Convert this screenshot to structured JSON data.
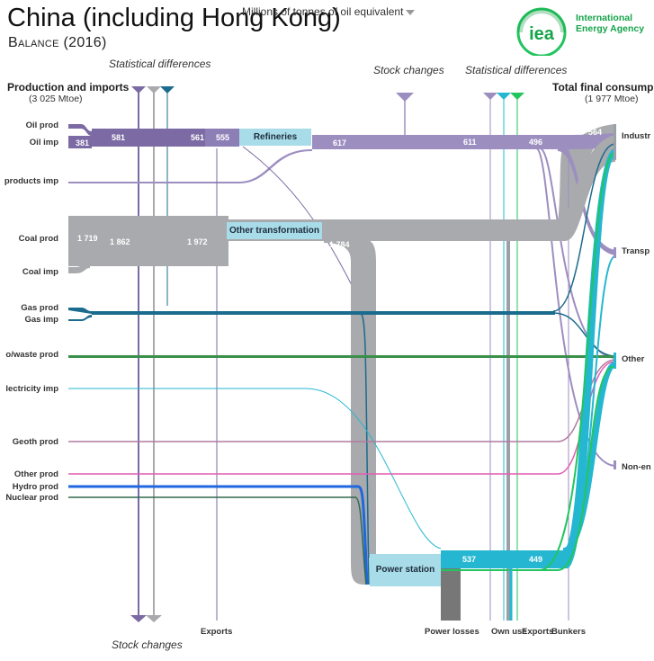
{
  "header": {
    "title": "China (including Hong Kong)",
    "subtitle": "Balance (2016)",
    "units": "Millions of tonnes of oil equivalent"
  },
  "logo": {
    "mark": "iea",
    "line1": "International",
    "line2": "Energy Agency"
  },
  "left": {
    "heading": "Production and imports",
    "total": "(3 025 Mtoe)",
    "sources": [
      "Oil prod",
      "Oil imp",
      "products imp",
      "Coal prod",
      "Coal imp",
      "Gas prod",
      "Gas imp",
      "o/waste prod",
      "lectricity imp",
      "Geoth prod",
      "Other prod",
      "Hydro prod",
      "Nuclear prod"
    ]
  },
  "right": {
    "heading": "Total final consump",
    "total": "(1 977 Mtoe)",
    "sectors": [
      "Industr",
      "Transp",
      "Other",
      "Non-en"
    ]
  },
  "top_labels": {
    "stat_diff_left": "Statistical differences",
    "stock_changes_top": "Stock  changes",
    "stat_diff_right": "Statistical differences"
  },
  "bottom_labels": {
    "stock_changes": "Stock changes",
    "exports": "Exports",
    "power_losses": "Power losses",
    "own_use": "Own use",
    "exports2": "Exports",
    "bunkers": "Bunkers"
  },
  "nodes": {
    "refineries": "Refineries",
    "other_transformation": "Other transformation",
    "power_station": "Power station"
  },
  "values": {
    "oil_imp": "381",
    "oil_581": "581",
    "oil_561": "561",
    "oil_555": "555",
    "oil_617": "617",
    "oil_611": "611",
    "oil_496": "496",
    "oil_tfc": "564",
    "coal_1719": "1 719",
    "coal_1862": "1 862",
    "coal_1972": "1 972",
    "coal_1784": "1 784",
    "power_537": "537",
    "power_449": "449"
  },
  "colors": {
    "oil": "#9d8ec0",
    "oil_dark": "#7b6aa3",
    "coal": "#a9aaad",
    "gas": "#1a6b8d",
    "bio": "#3a8f4a",
    "elec": "#25b7d1",
    "geoth": "#b07aa1",
    "other": "#e35db2",
    "hydro": "#1f67e0",
    "nuclear": "#2e6b4f",
    "losses": "#777777",
    "green": "#22c55e"
  }
}
